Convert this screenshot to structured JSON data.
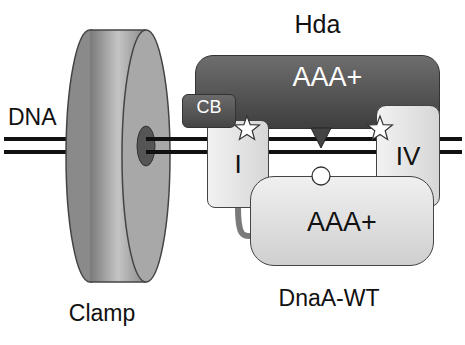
{
  "diagram": {
    "nodes": [
      {
        "text": [
          "Hda",
          "AAA+"
        ]
      },
      {
        "text": [
          "CB"
        ]
      },
      {
        "text": [
          "Clamp"
        ]
      },
      {
        "text": [
          "I"
        ]
      },
      {
        "text": [
          "IV"
        ]
      },
      {
        "text": [
          "AAA+",
          "DnaA-WT"
        ]
      }
    ],
    "edges": [
      {
        "from": 3,
        "to": 5,
        "arrow": "none"
      }
    ],
    "labels": [
      "DNA"
    ]
  }
}
